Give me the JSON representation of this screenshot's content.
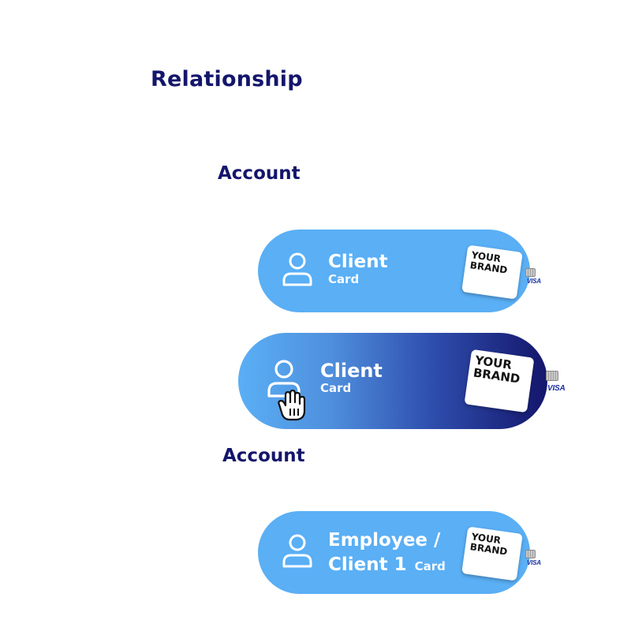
{
  "headings": {
    "relationship": "Relationship",
    "account_top": "Account",
    "account_bottom": "Account"
  },
  "cards": [
    {
      "title": "Client",
      "subtitle": "Card",
      "brand_line1": "YOUR",
      "brand_line2": "BRAND",
      "network": "VISA",
      "icon": "user-icon"
    },
    {
      "title": "Client",
      "subtitle": "Card",
      "brand_line1": "YOUR",
      "brand_line2": "BRAND",
      "network": "VISA",
      "icon": "user-icon",
      "state": "hovered"
    },
    {
      "title_line1": "Employee /",
      "title_line2": "Client 1",
      "subtitle": "Card",
      "brand_line1": "YOUR",
      "brand_line2": "BRAND",
      "network": "VISA",
      "icon": "user-icon"
    }
  ],
  "cursor": {
    "icon": "hand-pointer-icon"
  },
  "colors": {
    "heading": "#14166b",
    "pill": "#5aaff5",
    "pill_gradient_end": "#14166b",
    "visa": "#1a2fa0"
  }
}
